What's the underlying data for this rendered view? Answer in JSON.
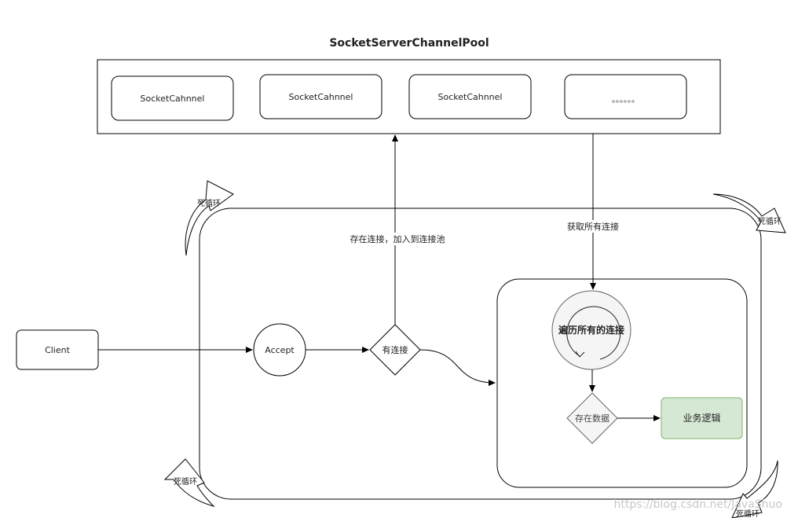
{
  "title": "SocketServerChannelPool",
  "pool": {
    "channels": [
      "SocketCahnnel",
      "SocketCahnnel",
      "SocketCahnnel"
    ],
    "more": "。。。。。。"
  },
  "nodes": {
    "client": "Client",
    "accept": "Accept",
    "has_connection": "有连接",
    "traverse": "遍历所有的连接",
    "has_data": "存在数据",
    "business": "业务逻辑"
  },
  "labels": {
    "add_to_pool": "存在连接，加入到连接池",
    "get_all": "获取所有连接"
  },
  "loops": {
    "top_left": "死循环",
    "top_right": "死循环",
    "bottom_left": "死循环",
    "bottom_right": "死循环"
  },
  "watermark": "https://blog.csdn.net/JavaShuo",
  "colors": {
    "stroke": "#000000",
    "business_fill": "#d5e8d4",
    "business_stroke": "#82b366",
    "traverse_fill": "#f5f5f5",
    "traverse_stroke": "#666666",
    "diamond_fill": "#f5f5f5"
  }
}
